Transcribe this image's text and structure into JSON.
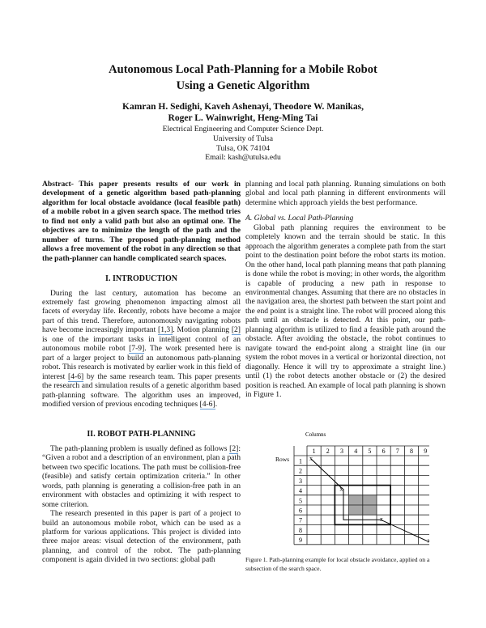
{
  "header": {
    "title_line1": "Autonomous Local Path-Planning for a Mobile Robot",
    "title_line2": "Using a Genetic Algorithm",
    "authors_line1": "Kamran H. Sedighi, Kaveh Ashenayi, Theodore W. Manikas,",
    "authors_line2": "Roger L. Wainwright, Heng-Ming Tai",
    "affiliation": [
      "Electrical Engineering and Computer Science Dept.",
      "University of Tulsa",
      "Tulsa, OK 74104",
      "Email: kash@utulsa.edu"
    ]
  },
  "abstract": "Abstract- This paper presents results of our work in development of a genetic algorithm based path-planning algorithm for local obstacle avoidance (local feasible path) of a mobile robot in a given search space. The method tries to find not only a valid path but also an optimal one. The objectives are to minimize the length of the path and the number of turns.  The proposed path-planning method allows a free movement of the robot in any direction so that the path-planner can handle complicated search spaces.",
  "sections": {
    "intro_heading": "I. INTRODUCTION",
    "intro_paragraph": [
      {
        "t": "During the last century, automation has become an extremely fast growing phenomenon impacting almost all facets of everyday life. Recently, robots have become a major part of this trend. Therefore, autonomously navigating robots have become increasingly important "
      },
      {
        "cite": "[1,3]"
      },
      {
        "t": ". Motion planning "
      },
      {
        "cite": "[2]"
      },
      {
        "t": " is one of the important tasks in intelligent control of an autonomous mobile robot "
      },
      {
        "cite": "[7-9]"
      },
      {
        "t": ". The work presented here is part of a larger project to build an autonomous path-planning robot. This research is motivated by earlier work in this field of interest "
      },
      {
        "cite": "[4-6]"
      },
      {
        "t": " by the same research team. This paper presents the research and simulation results of a genetic algorithm based path-planning software. The algorithm uses an improved, modified version of previous encoding techniques "
      },
      {
        "cite": "[4-6]"
      },
      {
        "t": "."
      }
    ],
    "robot_heading": "II. ROBOT PATH-PLANNING",
    "robot_paragraph1": [
      {
        "t": "The path-planning problem is usually defined as follows "
      },
      {
        "cite": "[2]"
      },
      {
        "t": ": “Given a robot and a description of an environment, plan a path between two specific locations. The path must be collision-free (feasible) and satisfy certain optimization criteria.” In other words, path planning is generating a collision-free path in an environment with obstacles and optimizing it with respect to some criterion."
      }
    ],
    "robot_paragraph2": [
      {
        "t": "The research presented in this paper is part of a project to build an autonomous mobile robot, which can be used as a platform for various applications.  This project is divided into three major areas: visual detection of the environment, path planning, and control of the robot.  The path-planning component is again divided in two sections: global path planning and local path planning. Running simulations on both global and local path planning in different environments will determine which approach yields the best performance."
      }
    ],
    "subsection_heading": "A. Global vs. Local Path-Planning",
    "subsection_paragraph": [
      {
        "t": "Global path planning requires the environment to be completely known and the terrain should be static. In this approach the algorithm generates a complete path from the start point to the destination point before the robot starts its motion. On the other hand, local path planning means that path planning is done while the robot is moving; in other words, the algorithm is capable of producing a new path in response to environmental changes. Assuming that there are no obstacles in the navigation area, the shortest path between the start point and the end point is a straight line. The robot will proceed along this path until an obstacle is detected. At this point, our path-planning algorithm is utilized to find a feasible path around the obstacle. After avoiding the obstacle, the robot continues to navigate toward the end-point along a straight line (in our system the robot moves in a vertical or horizontal direction, not diagonally.  Hence it will try to approximate a straight line.) until (1) the robot detects another obstacle or (2) the desired position is reached.  An example of local path planning is shown in Figure 1."
      }
    ]
  },
  "figure": {
    "columns_label": "Columns",
    "rows_label": "Rows",
    "column_numbers": [
      "1",
      "2",
      "3",
      "4",
      "5",
      "6",
      "7",
      "8",
      "9"
    ],
    "row_numbers": [
      "1",
      "2",
      "3",
      "4",
      "5",
      "6",
      "7",
      "8",
      "9"
    ],
    "marker": "x",
    "caption": "Figure 1.  Path-planning example for local obstacle avoidance, applied on a subsection of the search space.",
    "obstacle_color": "#a6a6a6"
  }
}
